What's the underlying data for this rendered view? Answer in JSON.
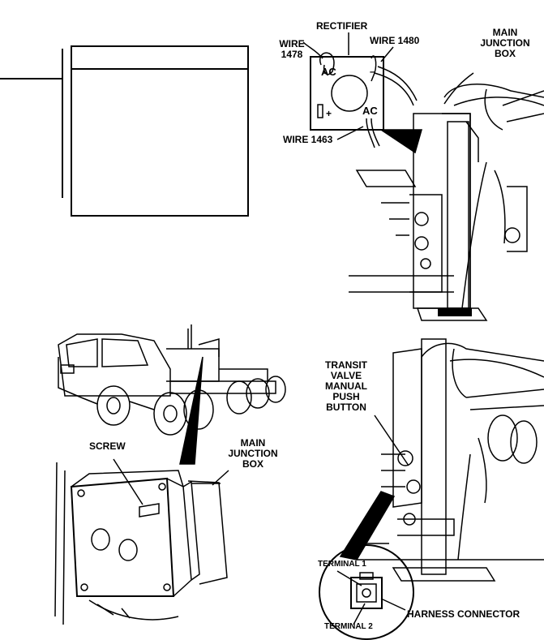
{
  "labels": {
    "rectifier": "RECTIFIER",
    "wire_1478_a": "WIRE",
    "wire_1478_b": "1478",
    "wire_1480": "WIRE 1480",
    "main_jb_top_a": "MAIN",
    "main_jb_top_b": "JUNCTION",
    "main_jb_top_c": "BOX",
    "ac_left": "AC",
    "ac_right": "AC",
    "plus": "+",
    "minus": "–",
    "wire_1463": "WIRE 1463",
    "transit_a": "TRANSIT",
    "transit_b": "VALVE",
    "transit_c": "MANUAL",
    "transit_d": "PUSH",
    "transit_e": "BUTTON",
    "screw": "SCREW",
    "main_jb_mid_a": "MAIN",
    "main_jb_mid_b": "JUNCTION",
    "main_jb_mid_c": "BOX",
    "terminal_1": "TERMINAL 1",
    "terminal_2": "TERMINAL 2",
    "harness_connector": "HARNESS CONNECTOR"
  }
}
